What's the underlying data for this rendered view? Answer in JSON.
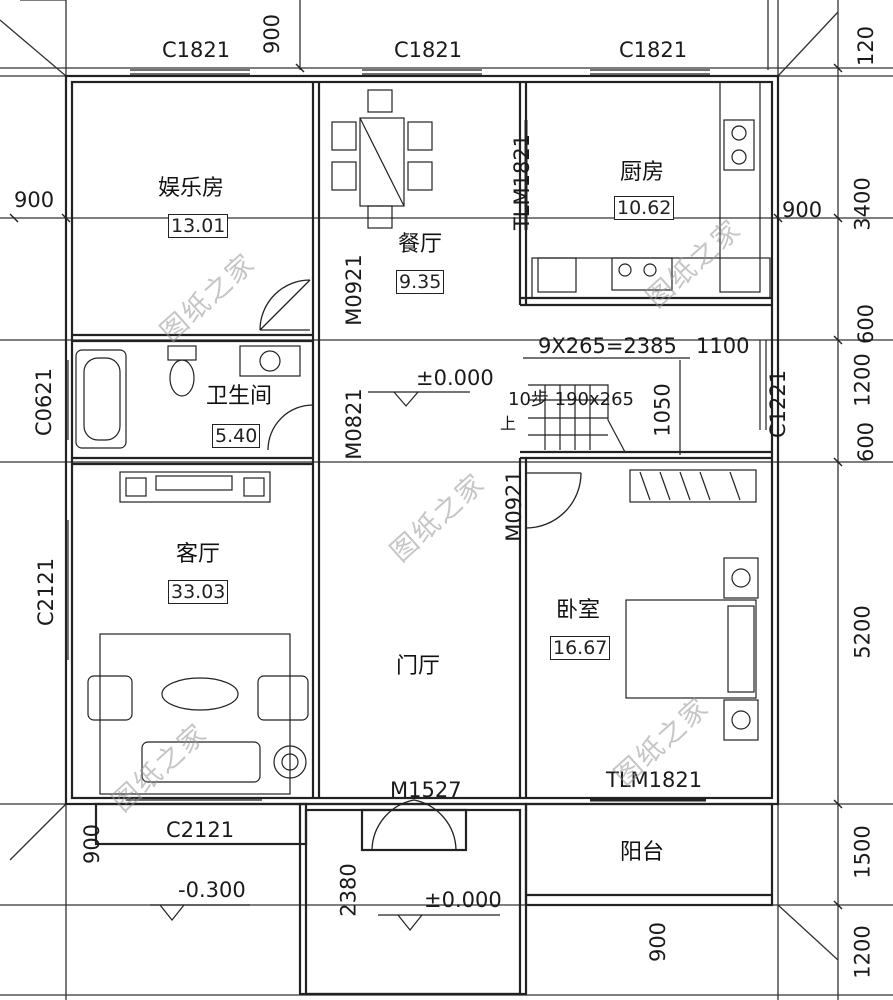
{
  "rooms": {
    "entertainment": {
      "name": "娱乐房",
      "area": "13.01"
    },
    "dining": {
      "name": "餐厅",
      "area": "9.35"
    },
    "kitchen": {
      "name": "厨房",
      "area": "10.62"
    },
    "bathroom": {
      "name": "卫生间",
      "area": "5.40"
    },
    "living": {
      "name": "客厅",
      "area": "33.03"
    },
    "foyer": {
      "name": "门厅"
    },
    "bedroom": {
      "name": "卧室",
      "area": "16.67"
    },
    "balcony": {
      "name": "阳台"
    }
  },
  "openings": {
    "window_top_left": "C1821",
    "window_top_mid": "C1821",
    "window_top_right": "C1821",
    "door_dining_kitchen": "TLM1821",
    "door_entertainment": "M0921",
    "door_bathroom": "M0821",
    "door_bedroom": "M0921",
    "window_bath": "C0621",
    "window_living_left": "C2121",
    "window_living_bottom": "C2121",
    "window_stair": "C1221",
    "door_front": "M1527",
    "door_balcony": "TLM1821"
  },
  "dims": {
    "top_900": "900",
    "left_900": "900",
    "right_900": "900",
    "bottom_left_900": "900",
    "bottom_right_900": "900",
    "porch_2380": "2380",
    "right_120": "120",
    "right_3400": "3400",
    "right_600a": "600",
    "right_1200a": "1200",
    "right_600b": "600",
    "right_5200": "5200",
    "right_1500": "1500",
    "right_1200b": "1200"
  },
  "stairs": {
    "formula": "9X265=2385",
    "width": "1100",
    "steps": "10步 190x265",
    "up": "上",
    "depth": "1050"
  },
  "levels": {
    "center": "±0.000",
    "outdoor": "-0.300",
    "porch": "±0.000"
  },
  "watermark": "图纸之家"
}
